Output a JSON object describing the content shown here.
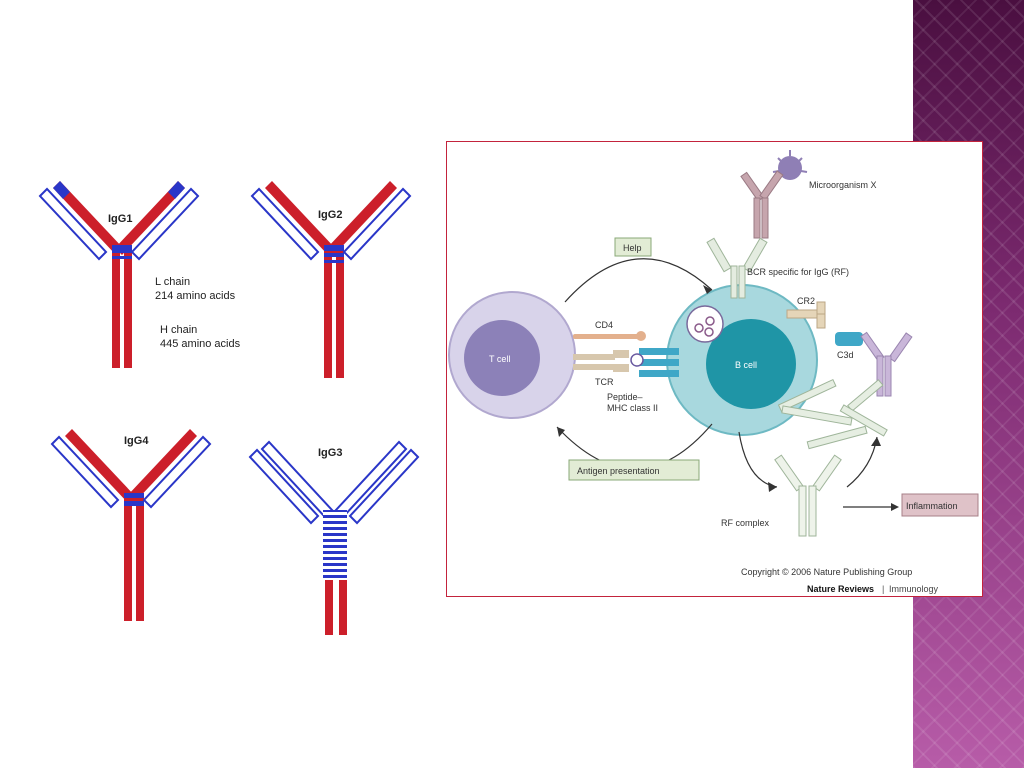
{
  "colors": {
    "heavy": "#cc1f2a",
    "light": "#2a36c8",
    "band": "#7a2a6e",
    "frame": "#c3233c"
  },
  "left_panel": {
    "igg1": {
      "title": "IgG1",
      "l_chain": "L chain",
      "l_aa": "214 amino acids",
      "h_chain": "H chain",
      "h_aa": "445 amino acids"
    },
    "igg2": {
      "title": "IgG2"
    },
    "igg4": {
      "title": "IgG4"
    },
    "igg3": {
      "title": "IgG3"
    }
  },
  "right_panel": {
    "microorganism": "Microorganism X",
    "bcr": "BCR specific for IgG (RF)",
    "help": "Help",
    "cr2": "CR2",
    "c3d": "C3d",
    "cd4": "CD4",
    "tcell": "T cell",
    "bcell": "B cell",
    "tcr": "TCR",
    "peptide": "Peptide–",
    "mhc": "MHC class II",
    "antigen": "Antigen presentation",
    "rf_complex": "RF complex",
    "inflammation": "Inflammation",
    "copyright": "Copyright © 2006 Nature Publishing Group",
    "journal": "Nature Reviews",
    "journal_sub": "Immunology"
  }
}
